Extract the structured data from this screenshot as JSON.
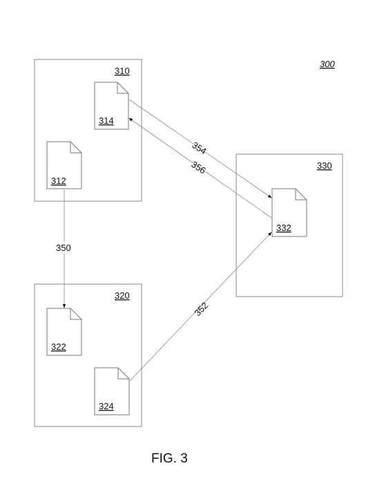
{
  "figure_ref": "300",
  "caption": "FIG. 3",
  "containers": [
    {
      "id": "310",
      "label": "310"
    },
    {
      "id": "320",
      "label": "320"
    },
    {
      "id": "330",
      "label": "330"
    }
  ],
  "documents": [
    {
      "id": "312",
      "label": "312",
      "container": "310"
    },
    {
      "id": "314",
      "label": "314",
      "container": "310"
    },
    {
      "id": "322",
      "label": "322",
      "container": "320"
    },
    {
      "id": "324",
      "label": "324",
      "container": "320"
    },
    {
      "id": "332",
      "label": "332",
      "container": "330"
    }
  ],
  "connections": [
    {
      "id": "350",
      "label": "350",
      "from": "312",
      "to": "322"
    },
    {
      "id": "352",
      "label": "352",
      "from": "324",
      "to": "332"
    },
    {
      "id": "354",
      "label": "354",
      "from": "314",
      "to": "332"
    },
    {
      "id": "356",
      "label": "356",
      "from": "332",
      "to": "314"
    }
  ]
}
